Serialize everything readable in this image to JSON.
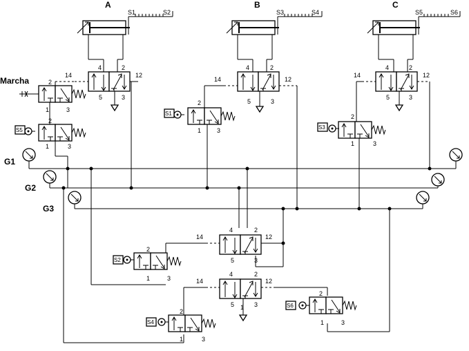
{
  "cylinders": [
    {
      "id": "cylinder-a",
      "letter": "A",
      "s_back": "S1",
      "s_front": "S2"
    },
    {
      "id": "cylinder-b",
      "letter": "B",
      "s_back": "S3",
      "s_front": "S4"
    },
    {
      "id": "cylinder-c",
      "letter": "C",
      "s_back": "S5",
      "s_front": "S6"
    }
  ],
  "lines": {
    "g1": "G1",
    "g2": "G2",
    "g3": "G3"
  },
  "start_label": "Marcha",
  "ports": {
    "p14": "14",
    "p12": "12",
    "p4": "4",
    "p2": "2",
    "p5": "5",
    "p1": "1",
    "p3": "3"
  },
  "sensors": [
    "S5",
    "S1",
    "S3",
    "S2",
    "S4",
    "S6"
  ]
}
